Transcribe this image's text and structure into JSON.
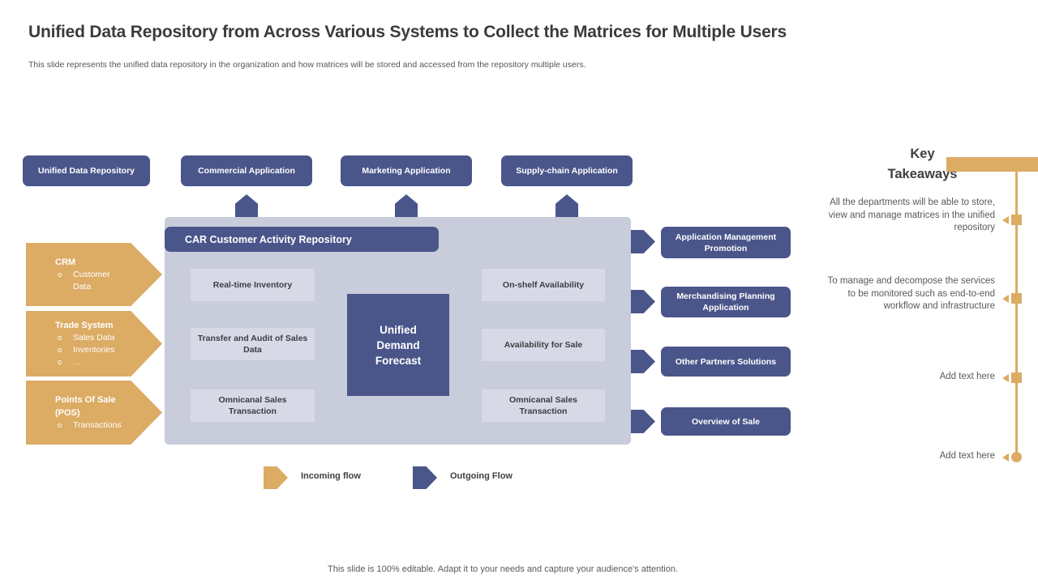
{
  "slide": {
    "title": "Unified Data Repository from Across Various Systems to Collect the Matrices for Multiple Users",
    "subtitle": "This slide represents the unified data repository in the organization and how matrices will be stored and accessed from the repository multiple users.",
    "footer": "This slide is 100% editable. Adapt it to your needs and capture your audience's attention."
  },
  "colors": {
    "blue": "#4a568a",
    "orange": "#dcab64",
    "panel": "#c8ccdb",
    "panel_item": "#d7dae6"
  },
  "bullet_char": "o",
  "top_boxes": [
    "Unified Data Repository",
    "Commercial Application",
    "Marketing Application",
    "Supply-chain Application"
  ],
  "sources": [
    {
      "title": "CRM",
      "bullets": [
        "Customer Data"
      ]
    },
    {
      "title": "Trade System",
      "bullets": [
        "Sales Data",
        "Inventories",
        "…"
      ]
    },
    {
      "title": "Points Of Sale (POS)",
      "bullets": [
        "Transactions"
      ]
    }
  ],
  "repository": {
    "header": "CAR Customer Activity Repository",
    "left_items": [
      "Real-time Inventory",
      "Transfer and Audit of Sales Data",
      "Omnicanal Sales Transaction"
    ],
    "center_box": "Unified Demand Forecast",
    "right_items": [
      "On-shelf Availability",
      "Availability for Sale",
      "Omnicanal Sales Transaction"
    ]
  },
  "outputs": [
    "Application Management Promotion",
    "Merchandising Planning Application",
    "Other Partners Solutions",
    "Overview of Sale"
  ],
  "legend": [
    {
      "label": "Incoming flow"
    },
    {
      "label": "Outgoing Flow"
    }
  ],
  "key_takeaways": {
    "title": "Key Takeaways",
    "items": [
      "All the departments will be able to store, view and manage matrices in the unified repository",
      "To manage and decompose the services to be monitored such as end-to-end workflow and infrastructure",
      "Add text here",
      "Add text here"
    ]
  }
}
